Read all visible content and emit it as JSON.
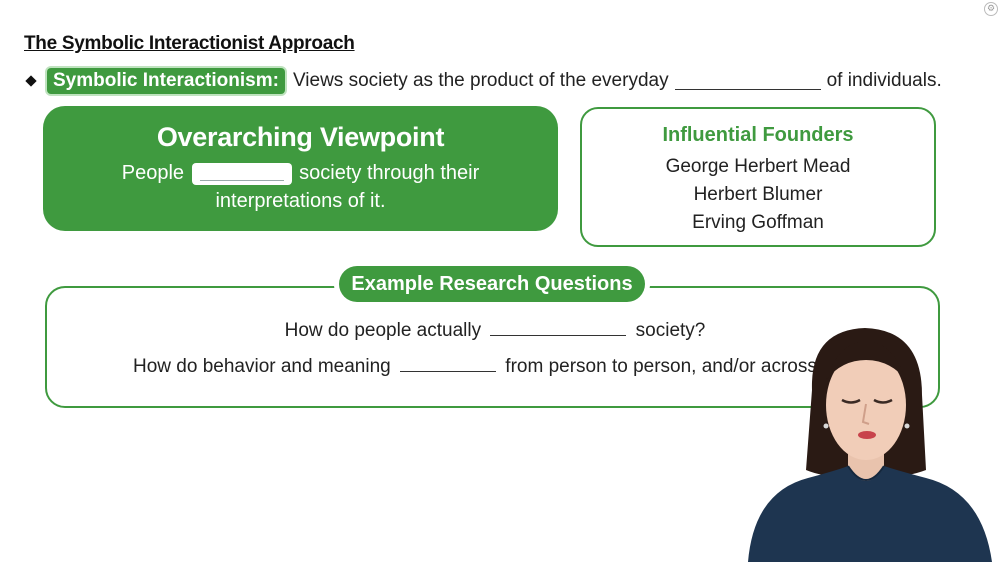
{
  "slide": {
    "title": "The Symbolic Interactionist Approach",
    "definition": {
      "term": "Symbolic Interactionism:",
      "text_before": "Views society as the product of the everyday",
      "text_after": "of individuals."
    },
    "viewpoint": {
      "heading": "Overarching Viewpoint",
      "before": "People",
      "after": "society through their",
      "line2": "interpretations of it."
    },
    "founders": {
      "heading": "Influential Founders",
      "names": [
        "George Herbert Mead",
        "Herbert Blumer",
        "Erving Goffman"
      ]
    },
    "examples": {
      "heading": "Example Research Questions",
      "q1_before": "How do people actually",
      "q1_after": "society?",
      "q2_before": "How do behavior and meaning",
      "q2_after": "from person to person, and/or across situatio"
    }
  },
  "colors": {
    "accent_green": "#3f9a3f",
    "text": "#222222"
  },
  "icons": {
    "corner": "settings-icon"
  }
}
